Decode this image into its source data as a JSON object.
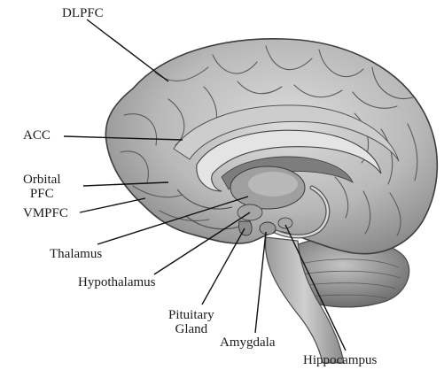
{
  "labels": {
    "dlpfc": "DLPFC",
    "acc": "ACC",
    "orbital_pfc_line1": "Orbital",
    "orbital_pfc_line2": "PFC",
    "vmpfc": "VMPFC",
    "thalamus": "Thalamus",
    "hypothalamus": "Hypothalamus",
    "pituitary_line1": "Pituitary",
    "pituitary_line2": "Gland",
    "amygdala": "Amygdala",
    "hippocampus": "Hippocampus"
  },
  "colors": {
    "background": "#ffffff",
    "cortex": "#bdbdbd",
    "cortex_light": "#d6d6d6",
    "cortex_dark": "#7a7a7a",
    "leader_line": "#111111",
    "text": "#1a1a1a"
  }
}
